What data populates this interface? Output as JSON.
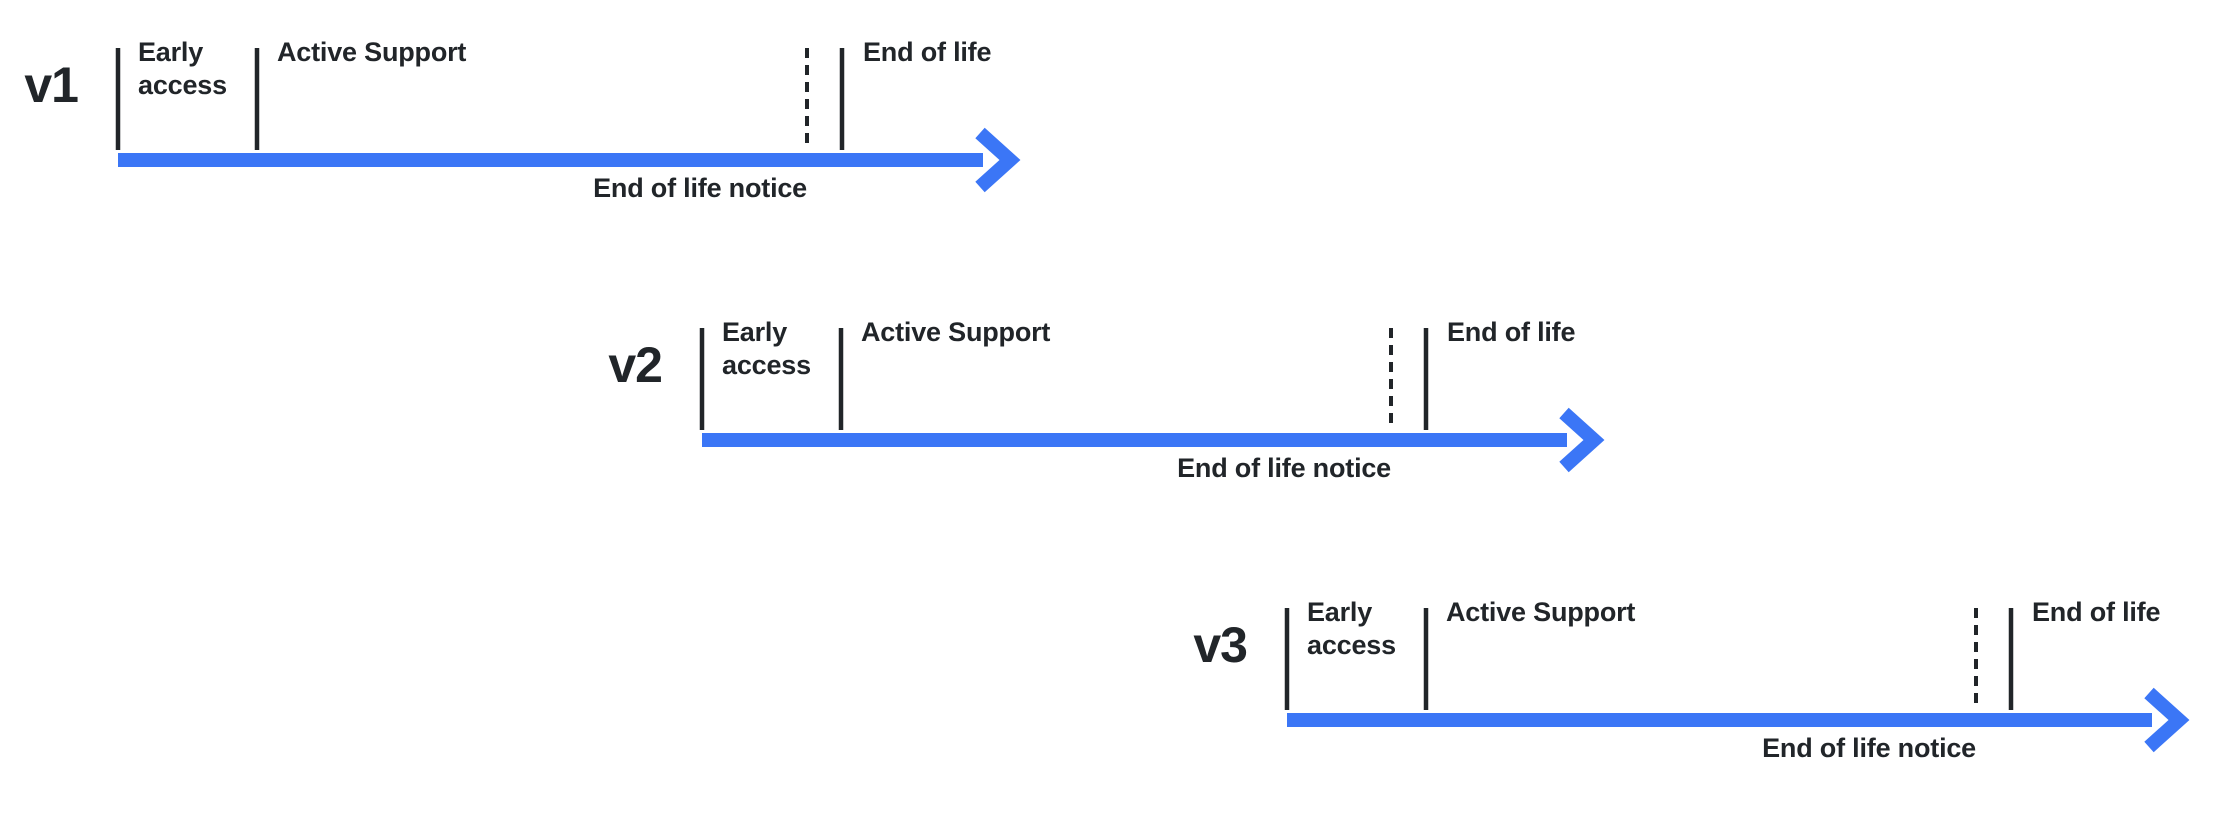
{
  "colors": {
    "accent_blue": "#3b76f6",
    "text_dark": "#212529"
  },
  "timelines": [
    {
      "version": "v1",
      "early_access_label": "Early access",
      "active_support_label": "Active Support",
      "end_of_life_label": "End of life",
      "end_of_life_notice_label": "End of life notice"
    },
    {
      "version": "v2",
      "early_access_label": "Early access",
      "active_support_label": "Active Support",
      "end_of_life_label": "End of life",
      "end_of_life_notice_label": "End of life notice"
    },
    {
      "version": "v3",
      "early_access_label": "Early access",
      "active_support_label": "Active Support",
      "end_of_life_label": "End of life",
      "end_of_life_notice_label": "End of life notice"
    }
  ]
}
